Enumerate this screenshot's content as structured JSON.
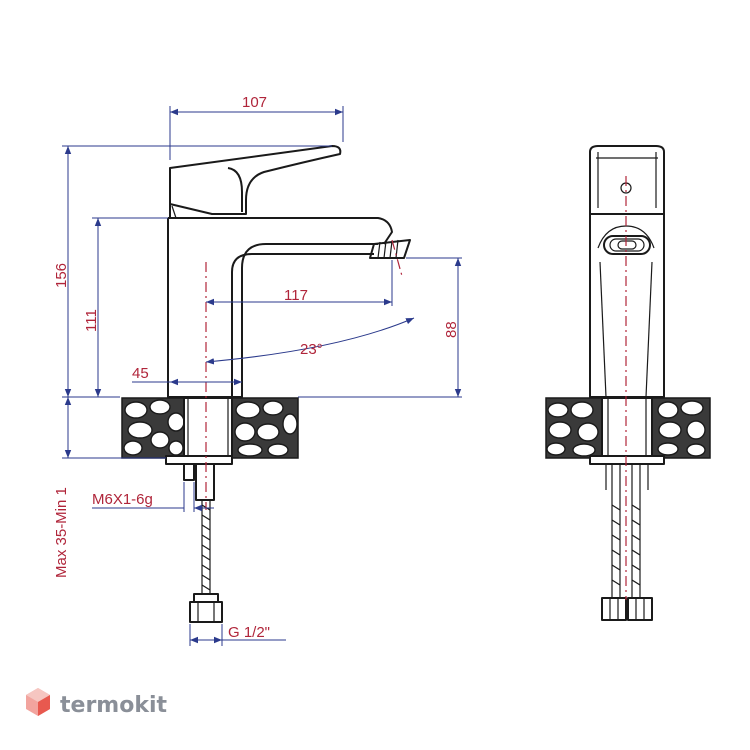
{
  "dimensions": {
    "top_width": "107",
    "total_height": "156",
    "body_height": "111",
    "spout_reach": "117",
    "spout_height": "88",
    "spout_angle": "23°",
    "base_offset": "45",
    "thread_stud": "M6X1-6g",
    "hose_thread": "G 1/2\"",
    "counter_thickness": "Max 35-Min 1"
  },
  "brand": {
    "name": "termokit"
  },
  "colors": {
    "dimension_text": "#b0253a",
    "dimension_line": "#2b3a8c",
    "outline": "#1a1a1a",
    "logo": "#8a8f98",
    "logo_accent": "#e8594f"
  }
}
